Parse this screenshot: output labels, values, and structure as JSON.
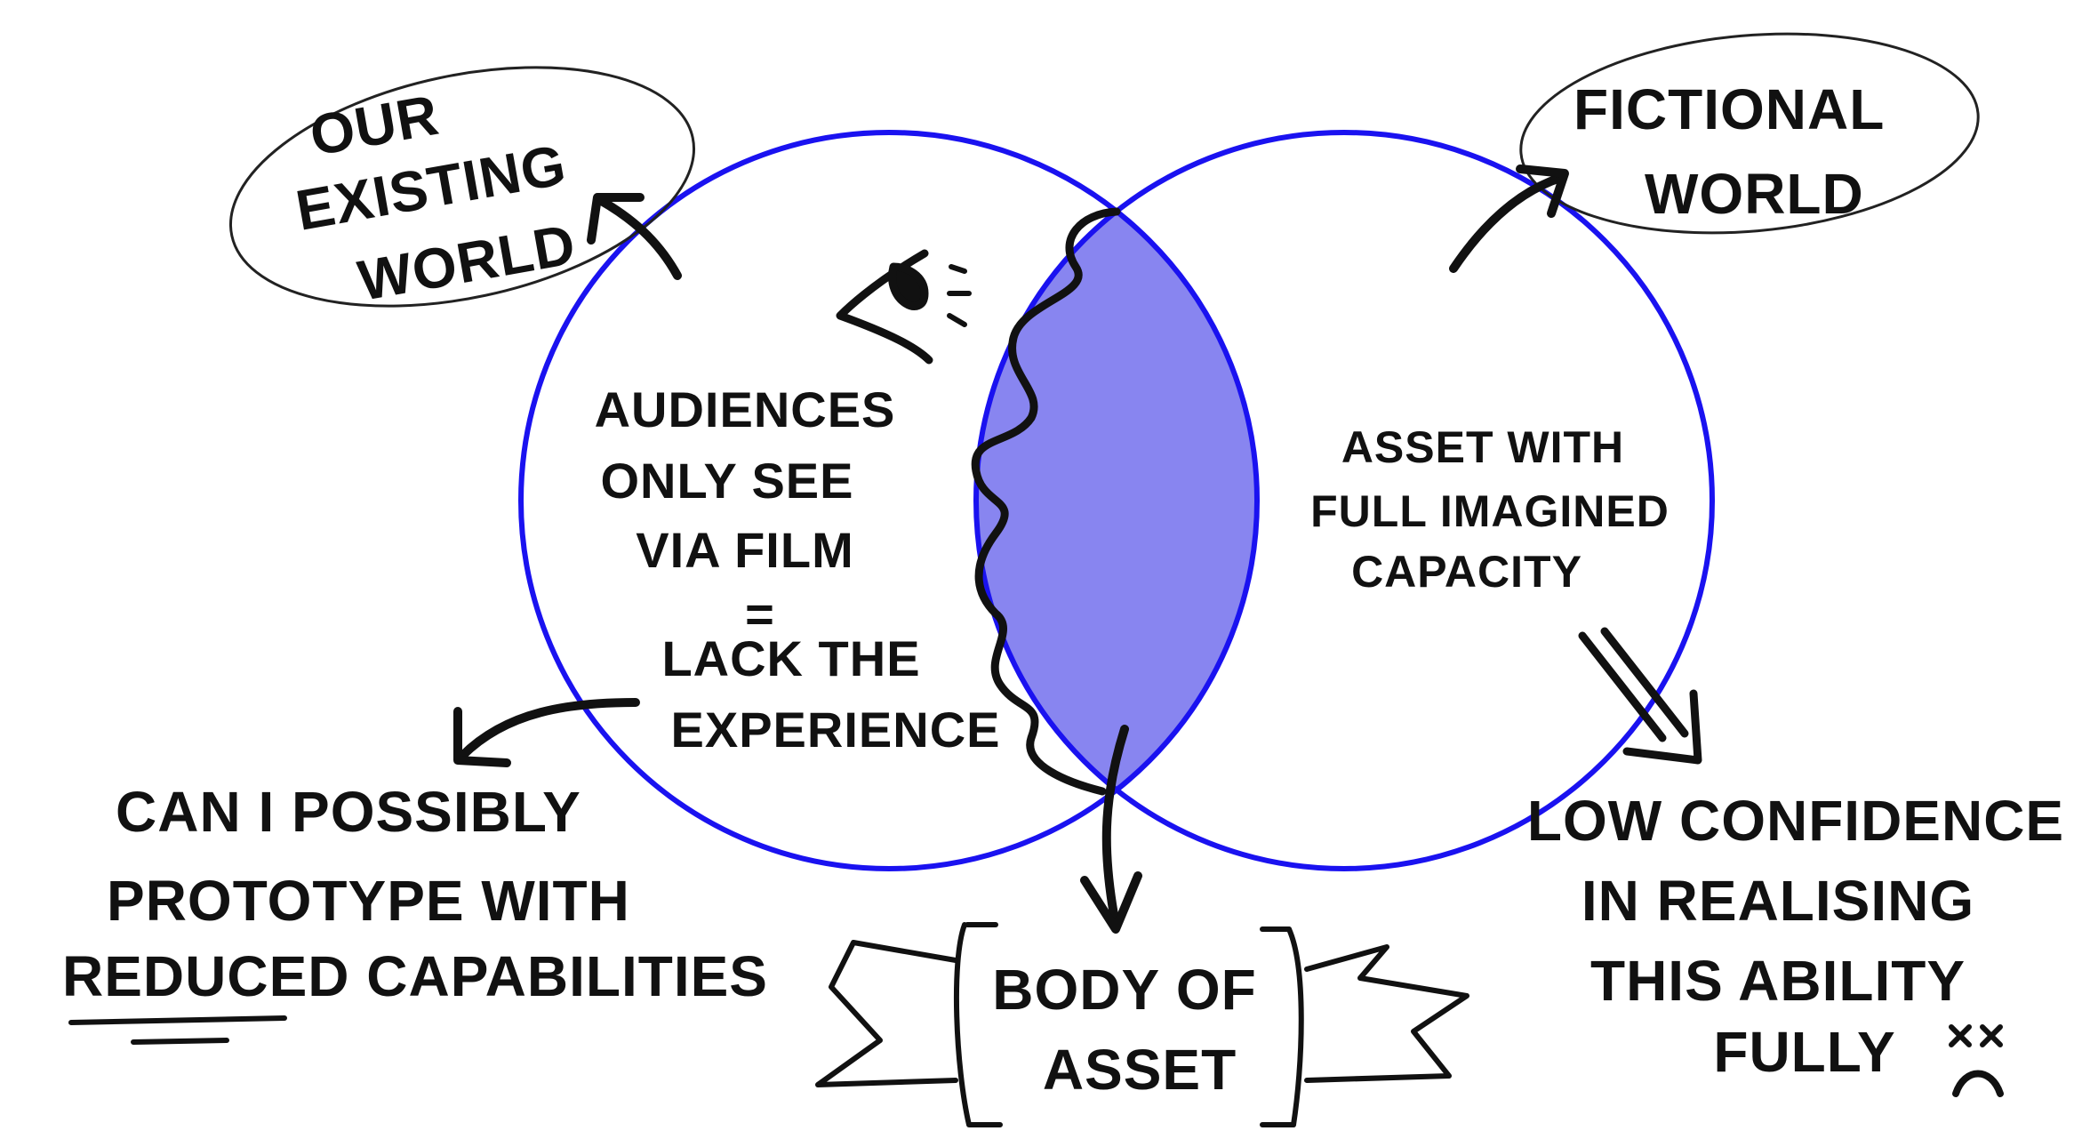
{
  "colors": {
    "circle_stroke": "#1a12f0",
    "overlap_fill": "#7b78ee",
    "ink": "#111111"
  },
  "labels": {
    "existing_world": [
      "OUR",
      "EXISTING",
      "WORLD"
    ],
    "fictional_world": [
      "FICTIONAL",
      "WORLD"
    ],
    "audiences": [
      "AUDIENCES",
      "ONLY SEE",
      "VIA FILM",
      "=",
      "LACK THE",
      "EXPERIENCE"
    ],
    "asset_full": [
      "ASSET WITH",
      "FULL IMAGINED",
      "CAPACITY"
    ],
    "prototype": [
      "CAN I POSSIBLY",
      "PROTOTYPE WITH",
      "REDUCED CAPABILITIES"
    ],
    "body_of_asset": [
      "BODY OF",
      "ASSET"
    ],
    "low_confidence": [
      "LOW CONFIDENCE",
      "IN REALISING",
      "THIS ABILITY",
      "FULLY"
    ]
  },
  "icons": [
    "eye-icon",
    "sad-face-icon"
  ]
}
